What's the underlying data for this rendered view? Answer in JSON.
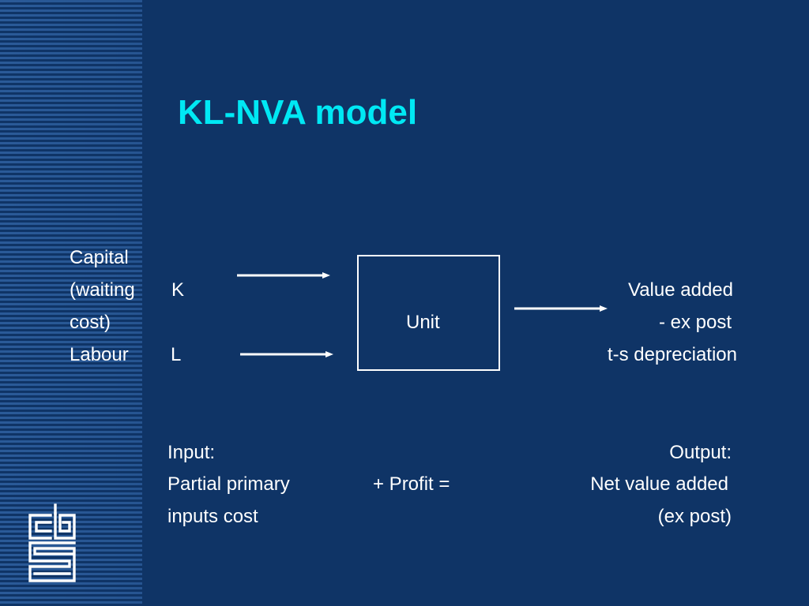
{
  "slide": {
    "title": "KL-NVA model",
    "inputs": {
      "capital_line1": "Capital",
      "capital_line2": "(waiting",
      "capital_line3": "cost)",
      "capital_symbol": "K",
      "labour": "Labour",
      "labour_symbol": "L"
    },
    "unit_label": "Unit",
    "outputs": {
      "line1": "Value added",
      "line2": "- ex post",
      "line3": "t-s depreciation"
    },
    "equation": {
      "input_heading": "Input:",
      "input_line1": "Partial primary",
      "input_line2": "inputs cost",
      "operator": "+ Profit =",
      "output_heading": "Output:",
      "output_line1": "Net value added",
      "output_line2": "(ex post)"
    }
  },
  "colors": {
    "background": "#0f3466",
    "title": "#00e8f4",
    "text": "#ffffff",
    "stripe": "#2a5a98"
  },
  "icons": {
    "logo": "cbs-logo-icon"
  }
}
